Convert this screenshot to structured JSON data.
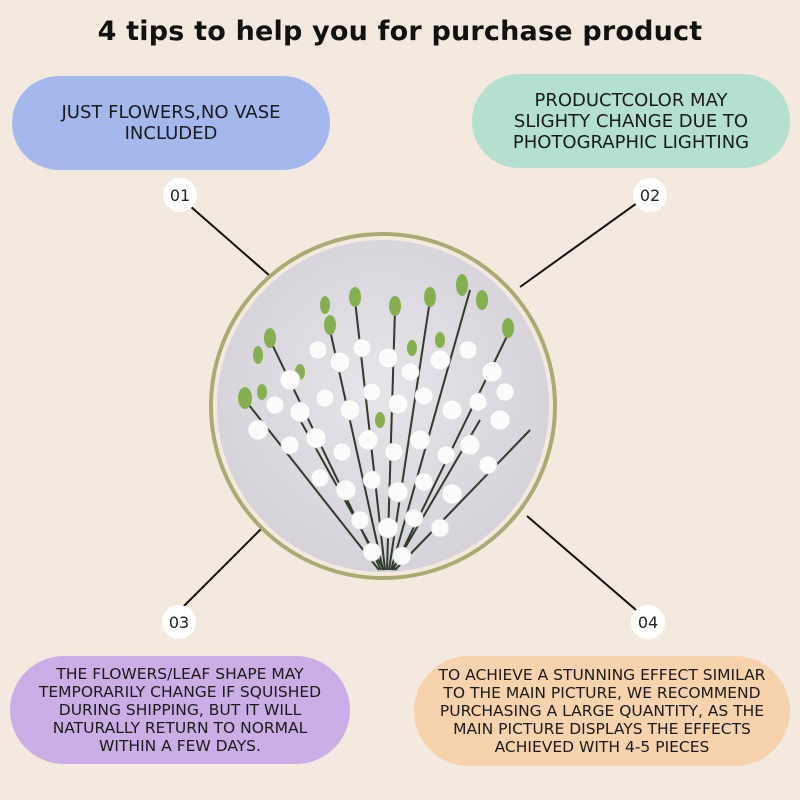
{
  "title": "4 tips to help you for purchase product",
  "tips": [
    {
      "number": "01",
      "text": "JUST FLOWERS,NO VASE INCLUDED",
      "color": "#a4b8ee"
    },
    {
      "number": "02",
      "text": "PRODUCTCOLOR MAY SLIGHTY CHANGE DUE TO PHOTOGRAPHIC LIGHTING",
      "color": "#b4e0cf"
    },
    {
      "number": "03",
      "text": "THE FLOWERS/LEAF SHAPE MAY TEMPORARILY CHANGE IF SQUISHED DURING SHIPPING, BUT IT WILL NATURALLY RETURN TO NORMAL WITHIN A FEW DAYS.",
      "color": "#cbaee6"
    },
    {
      "number": "04",
      "text": "TO ACHIEVE A STUNNING EFFECT SIMILAR TO THE MAIN PICTURE, WE RECOMMEND PURCHASING A LARGE QUANTITY, AS THE MAIN PICTURE DISPLAYS THE EFFECTS ACHIEVED WITH 4-5 PIECES",
      "color": "#f6d2ad"
    }
  ],
  "colors": {
    "background": "#f4e9df",
    "circle_ring": "#a9ab72",
    "connector": "#111111"
  },
  "image": {
    "subject": "white-flower-bouquet"
  }
}
